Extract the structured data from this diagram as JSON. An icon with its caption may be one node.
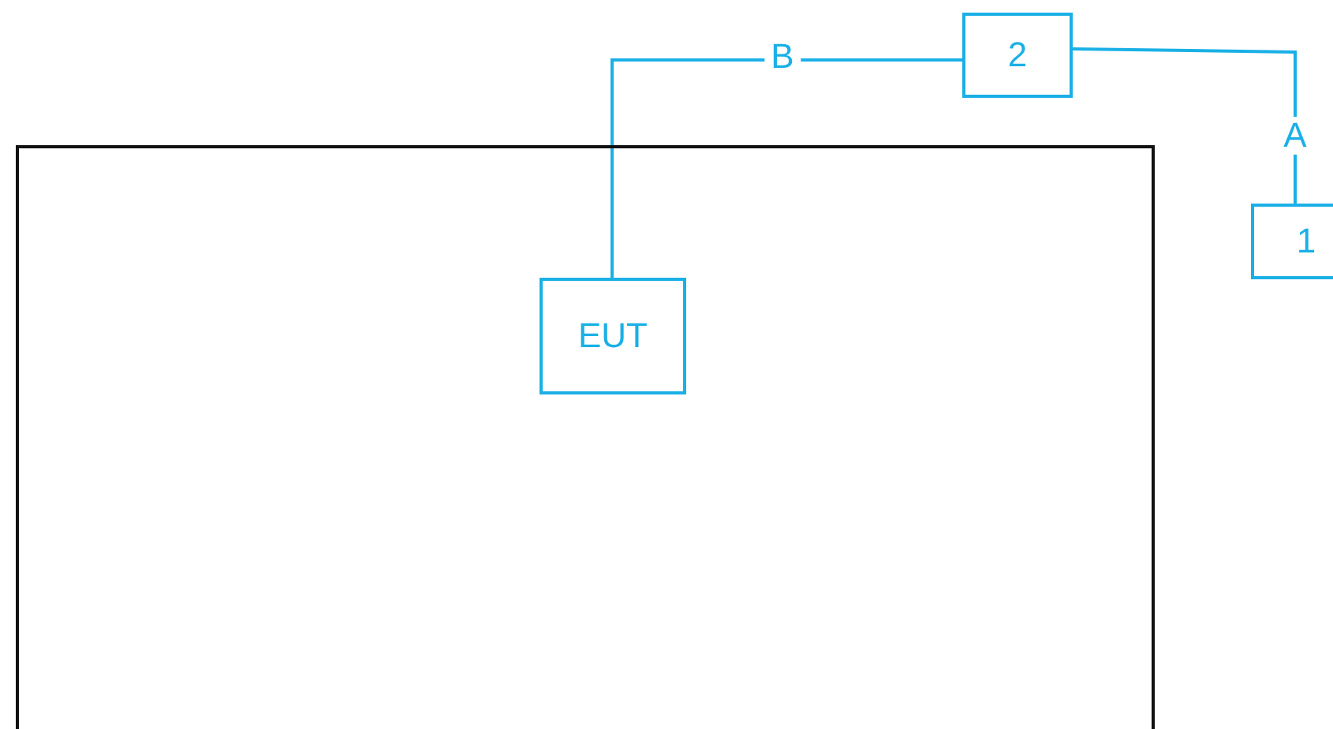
{
  "diagram": {
    "nodes": [
      {
        "text": [],
        "shape": "box"
      },
      {
        "text": [
          "EUT"
        ],
        "in": 0
      },
      {
        "text": [
          "2"
        ]
      },
      {
        "text": [
          "1"
        ]
      }
    ],
    "edges": [
      {
        "from": 1,
        "to": 2,
        "arrow": "none",
        "label": "B"
      },
      {
        "from": 2,
        "to": 3,
        "arrow": "none",
        "label": "A"
      }
    ]
  }
}
